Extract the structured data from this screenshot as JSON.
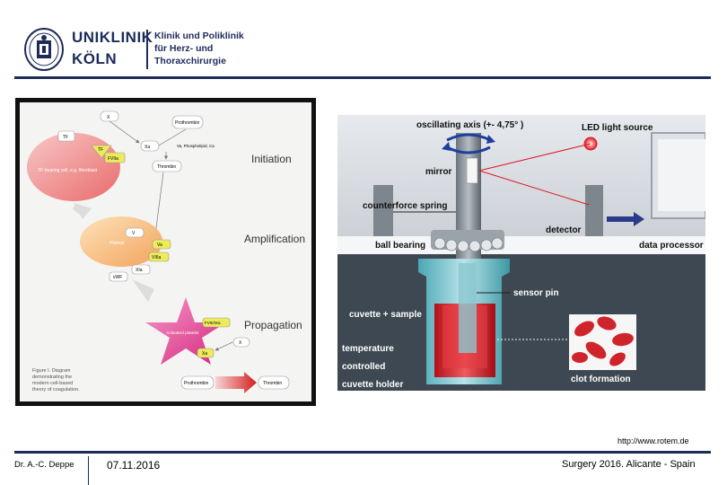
{
  "header": {
    "logo_line1": "UNIKLINIK",
    "logo_line2": "KÖLN",
    "clinic_line1": "Klinik und Poliklinik",
    "clinic_line2": "für Herz- und",
    "clinic_line3": "Thoraxchirurgie"
  },
  "left_figure": {
    "stage_initiation": "Initiation",
    "stage_amplification": "Amplification",
    "stage_propagation": "Propagation",
    "cell_tf": "TF-bearing cell, e.g. fibroblast",
    "cell_platelet": "Platelet",
    "cell_activated": "Activated platelet",
    "node_x": "X",
    "node_xa": "Xa",
    "node_tf": "TF",
    "node_tf2": "TF",
    "node_fviia": "FVIIa",
    "node_prothrombin": "Prothrombin",
    "node_cofactors": "Va, Phospholipid, Ca",
    "node_thrombin": "Thrombin",
    "node_v": "V",
    "node_va": "Va",
    "node_viiia": "VIIIa",
    "node_xia": "XIa",
    "node_vwf": "vWF",
    "node_fviiiixa": "FVIII/IXa",
    "node_x2": "X",
    "node_xa2": "Xa",
    "node_prothrombin2": "Prothrombin",
    "node_thrombin2": "Thrombin",
    "caption": [
      "Figure I. Diagram",
      "demonstrating the",
      "modern cell-based",
      "theory of coagulation."
    ]
  },
  "right_figure": {
    "oscillating": "oscillating axis (+- 4,75° )",
    "led": "LED light source",
    "mirror": "mirror",
    "counterforce": "counterforce spring",
    "detector": "detector",
    "ball_bearing": "ball bearing",
    "data_processor": "data processor",
    "sensor_pin": "sensor pin",
    "cuvette_sample": "cuvette + sample",
    "temperature": "temperature",
    "controlled": "controlled",
    "cuvette_holder": "cuvette holder",
    "clot_formation": "clot formation"
  },
  "source_url": "http://www.rotem.de",
  "footer": {
    "author": "Dr. A.-C. Deppe",
    "date": "07.11.2016",
    "event": "Surgery 2016. Alicante - Spain"
  },
  "colors": {
    "navy": "#1c2b5a",
    "accent_red": "#d91b2a"
  }
}
